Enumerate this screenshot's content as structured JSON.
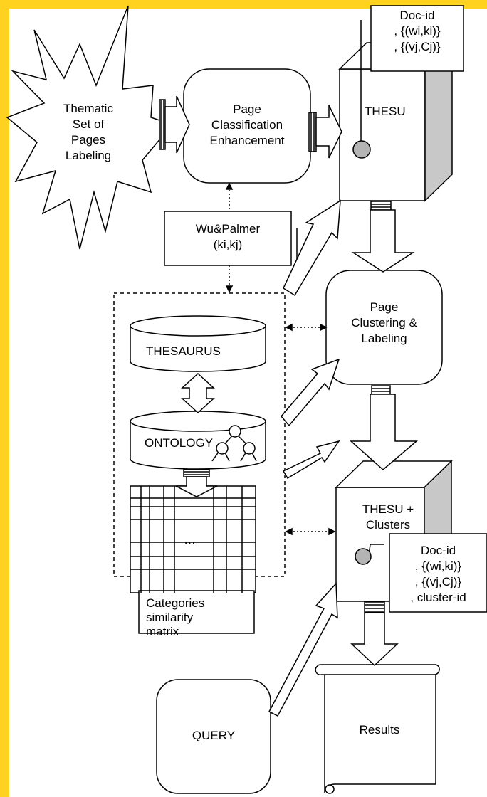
{
  "labels": {
    "thematic": "Thematic\nSet of\nPages\nLabeling",
    "page_classification": "Page\nClassification\nEnhancement",
    "thesu": "THESU",
    "doc_record_top": "Doc-id\n, {(wi,ki)}\n, {(vj,Cj)}",
    "wu_palmer": "Wu&Palmer\n(ki,kj)",
    "thesaurus": "THESAURUS",
    "ontology": "ONTOLOGY",
    "page_clustering": "Page\nClustering &\nLabeling",
    "matrix_ellipsis": "…",
    "matrix_caption": "Categories\nsimilarity\nmatrix",
    "thesu_clusters": "THESU +\nClusters",
    "doc_record_bottom": "Doc-id\n, {(wi,ki)}\n, {(vj,Cj)}\n, cluster-id",
    "query": "QUERY",
    "results": "Results"
  },
  "colors": {
    "frame": "#FFD21F",
    "box_side": "#C8C8C8",
    "node_fill": "#B4B4B4",
    "line": "#000000"
  }
}
